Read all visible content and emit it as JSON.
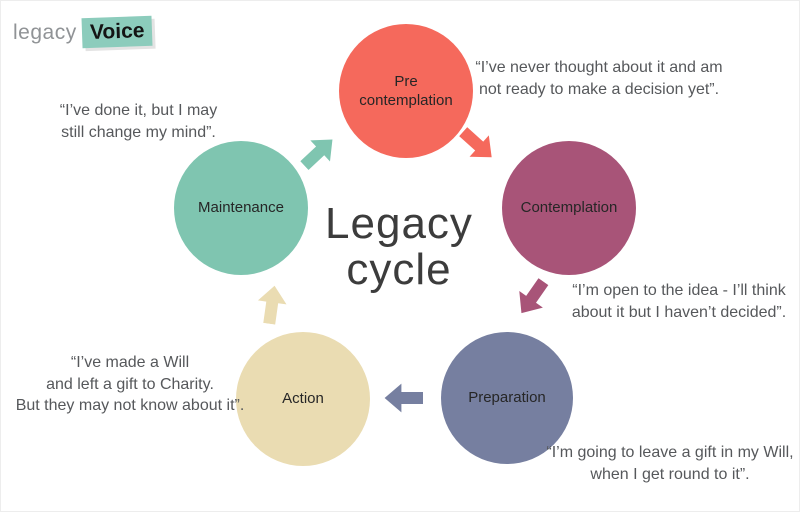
{
  "logo": {
    "legacy": "legacy",
    "voice": "Voice",
    "voice_bg": "#8CCCBC"
  },
  "center_title": {
    "line1": "Legacy",
    "line2": "cycle"
  },
  "stages": [
    {
      "name": "Pre contemplation",
      "color": "#F5695C",
      "label_lines": [
        "Pre",
        "contemplation"
      ],
      "quote_lines": [
        "“I’ve never thought about it and am",
        "not ready to make a decision yet”."
      ]
    },
    {
      "name": "Contemplation",
      "color": "#A85478",
      "label_lines": [
        "Contemplation"
      ],
      "quote_lines": [
        "“I’m open to the idea - I’ll think",
        "about it but I haven’t decided”."
      ]
    },
    {
      "name": "Preparation",
      "color": "#767FA0",
      "label_lines": [
        "Preparation"
      ],
      "quote_lines": [
        "“I’m going to leave a gift in my Will,",
        "when I get round to it”."
      ]
    },
    {
      "name": "Action",
      "color": "#EADCB2",
      "label_lines": [
        "Action"
      ],
      "quote_lines": [
        "“I’ve made a Will",
        "and left a gift to Charity.",
        "But they may not know about it”."
      ]
    },
    {
      "name": "Maintenance",
      "color": "#7FC5B0",
      "label_lines": [
        "Maintenance"
      ],
      "quote_lines": [
        "“I’ve done it, but I may",
        "still change my mind”."
      ]
    }
  ]
}
